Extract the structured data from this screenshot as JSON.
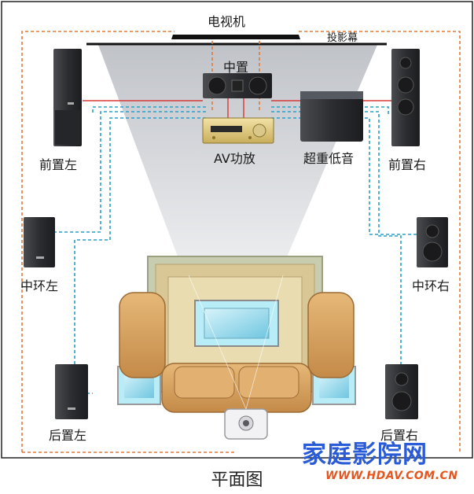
{
  "labels": {
    "tv": "电视机",
    "screen": "投影幕",
    "center": "中置",
    "amp": "AV功放",
    "subwoofer": "超重低音",
    "front_left": "前置左",
    "front_right": "前置右",
    "mid_left": "中环左",
    "mid_right": "中环右",
    "rear_left": "后置左",
    "rear_right": "后置右"
  },
  "footer": {
    "title": "平面图"
  },
  "watermark": {
    "title": "家庭影院网",
    "url": "WWW.HDAV.COM.CN"
  },
  "colors": {
    "orange_dashed": "#e07a3a",
    "blue_dashed": "#2aa0c8",
    "red_cable": "#d83a3a",
    "speaker": "#3a3b3e",
    "sofa": "#d6a060",
    "watermark_blue": "#2a5cd8",
    "watermark_orange": "#e8541c"
  }
}
